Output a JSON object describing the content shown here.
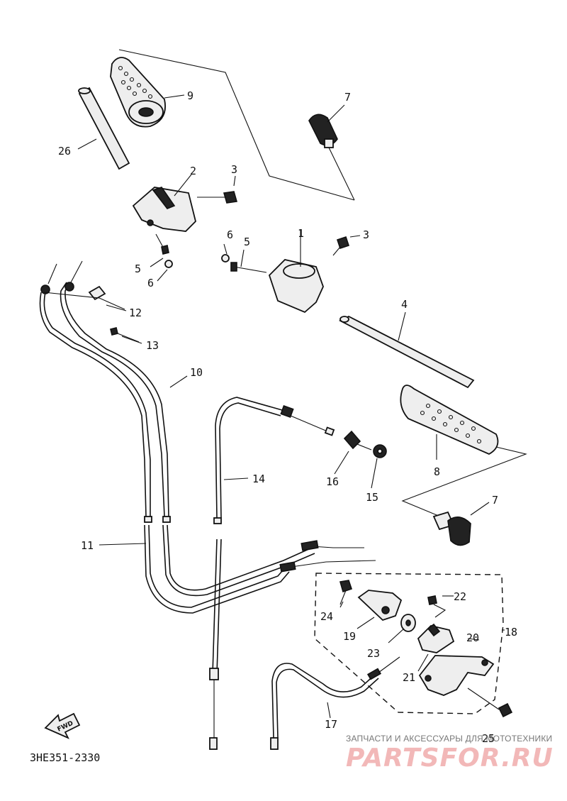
{
  "diagram_code": "3HE351-2330",
  "watermark": {
    "text": "ЗАПЧАСТИ И АКСЕССУАРЫ ДЛЯ МОТОТЕХНИКИ",
    "logo": "PARTSFOR.RU"
  },
  "fwd_arrow_label": "FWD",
  "callouts": [
    "1",
    "2",
    "3",
    "3",
    "4",
    "5",
    "5",
    "6",
    "6",
    "7",
    "7",
    "8",
    "9",
    "10",
    "11",
    "12",
    "13",
    "14",
    "15",
    "16",
    "17",
    "18",
    "19",
    "20",
    "21",
    "22",
    "23",
    "24",
    "25",
    "26"
  ]
}
